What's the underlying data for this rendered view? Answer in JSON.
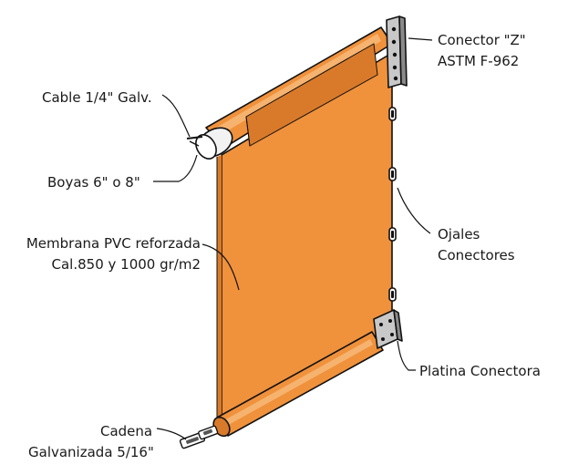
{
  "labels": {
    "cable": "Cable 1/4\" Galv.",
    "boyas": "Boyas 6\" o 8\"",
    "membrana_1": "Membrana PVC reforzada",
    "membrana_2": "Cal.850 y 1000 gr/m2",
    "cadena_1": "Cadena",
    "cadena_2": "Galvanizada 5/16\"",
    "conector_1": "Conector \"Z\"",
    "conector_2": "ASTM F-962",
    "ojales_1": "Ojales",
    "ojales_2": "Conectores",
    "platina": "Platina Conectora"
  },
  "colors": {
    "membrane": "#f0913c",
    "membrane_shade": "#d97a2a",
    "membrane_light": "#f6b36f",
    "metal": "#c8c8c8",
    "metal_dark": "#8a8a8a",
    "float": "#f2f2f2",
    "line": "#111111"
  }
}
